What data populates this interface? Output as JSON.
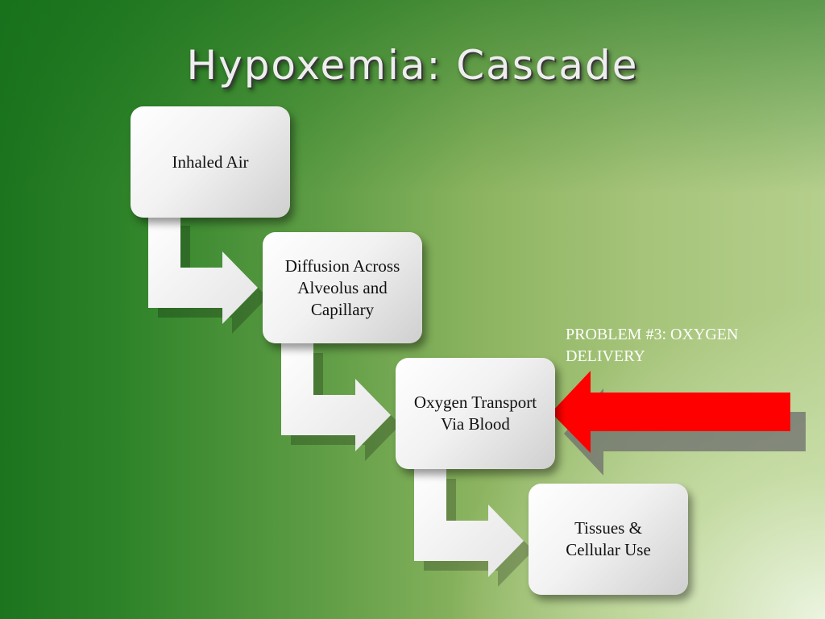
{
  "slide": {
    "title": "Hypoxemia: Cascade",
    "steps": [
      {
        "label": "Inhaled Air"
      },
      {
        "label": "Diffusion Across Alveolus and Capillary"
      },
      {
        "label": "Oxygen Transport Via Blood"
      },
      {
        "label": "Tissues & Cellular Use"
      }
    ],
    "callout": {
      "label": "PROBLEM #3: OXYGEN DELIVERY",
      "arrow_color": "#ff0000",
      "arrow_icon": "left-arrow-icon"
    },
    "colors": {
      "background_dark": "#1c741e",
      "background_light": "#e8f2dc",
      "box": "#f2f2f2",
      "title": "#eeeeee"
    }
  }
}
